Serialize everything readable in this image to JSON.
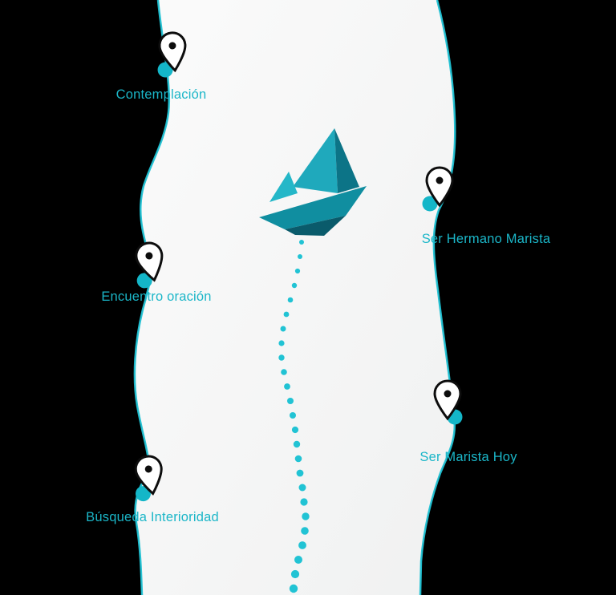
{
  "background_color": "#000000",
  "accent_color": "#1bb6c8",
  "trail_color": "#21c3d4",
  "ribbon": {
    "fill_color": "#f7f7f7",
    "edge_color": "#1fc1d3"
  },
  "pin": {
    "outline_color": "#0d0d0d",
    "dot_color": "#14b6c8"
  },
  "boat": {
    "icon": "paper-boat-icon",
    "colors": [
      "#24b7c8",
      "#0c7487",
      "#108ea0",
      "#0a5b6b"
    ]
  },
  "stops": [
    {
      "id": "contemplacion",
      "label": "Contemplación"
    },
    {
      "id": "ser-hermano-marista",
      "label": "Ser Hermano Marista"
    },
    {
      "id": "encuentro-oracion",
      "label": "Encuentro oración"
    },
    {
      "id": "ser-marista-hoy",
      "label": "Ser Marista Hoy"
    },
    {
      "id": "busqueda-interioridad",
      "label": "Búsqueda Interioridad"
    }
  ]
}
